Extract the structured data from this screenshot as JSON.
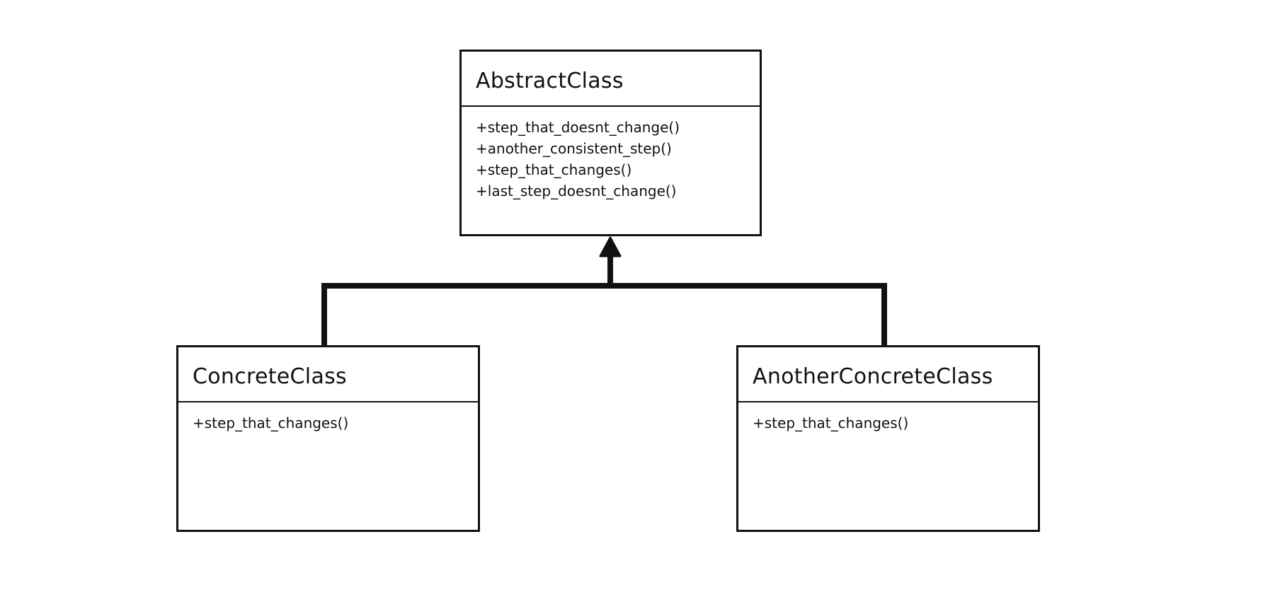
{
  "diagram": {
    "classes": [
      {
        "id": "abstract",
        "name": "AbstractClass",
        "methods": [
          "+step_that_doesnt_change()",
          "+another_consistent_step()",
          "+step_that_changes()",
          "+last_step_doesnt_change()"
        ]
      },
      {
        "id": "concrete",
        "name": "ConcreteClass",
        "methods": [
          "+step_that_changes()"
        ]
      },
      {
        "id": "another_concrete",
        "name": "AnotherConcreteClass",
        "methods": [
          "+step_that_changes()"
        ]
      }
    ],
    "relationships": [
      {
        "type": "inheritance",
        "from": "ConcreteClass",
        "to": "AbstractClass"
      },
      {
        "type": "inheritance",
        "from": "AnotherConcreteClass",
        "to": "AbstractClass"
      }
    ],
    "colors": {
      "line": "#111111",
      "background": "#ffffff"
    }
  }
}
